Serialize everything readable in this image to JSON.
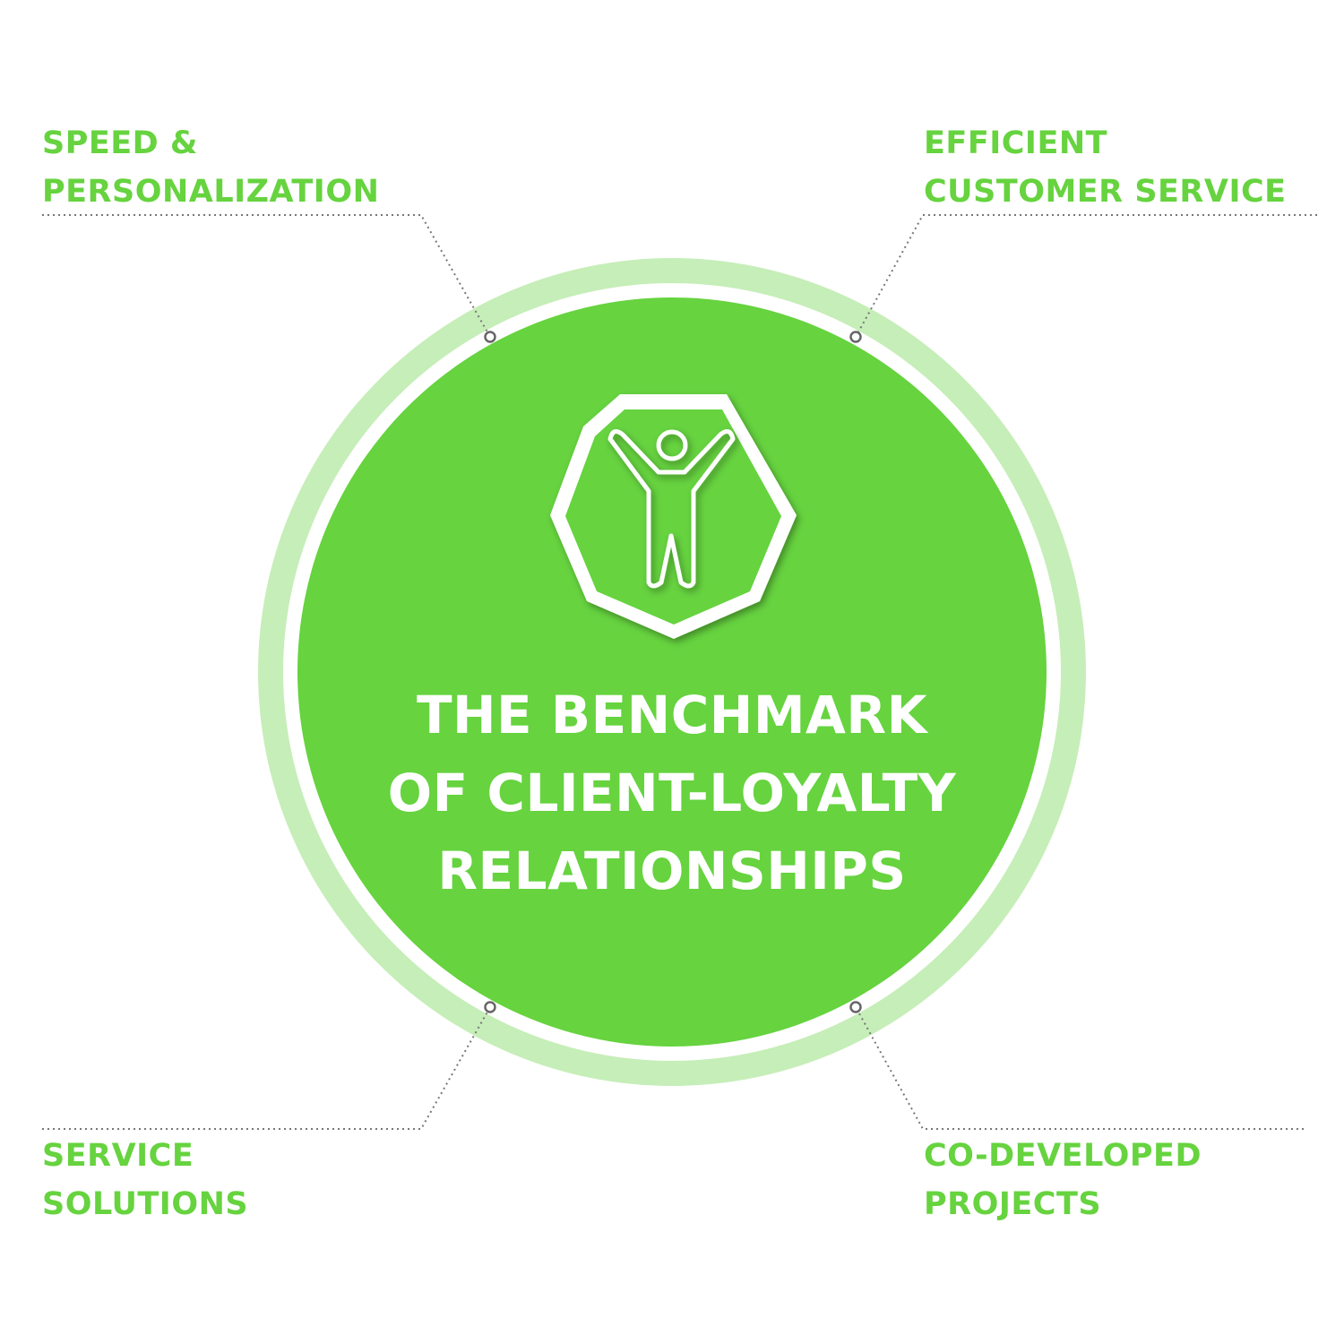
{
  "center": {
    "title_lines": [
      "THE BENCHMARK",
      "OF CLIENT-LOYALTY",
      "RELATIONSHIPS"
    ],
    "icon": "person-arms-raised-icon"
  },
  "labels": {
    "top_left": [
      "SPEED &",
      "PERSONALIZATION"
    ],
    "top_right": [
      "EFFICIENT",
      "CUSTOMER SERVICE"
    ],
    "bottom_left": [
      "SERVICE",
      "SOLUTIONS"
    ],
    "bottom_right": [
      "CO-DEVELOPED",
      "PROJECTS"
    ]
  },
  "colors": {
    "primary_green": "#66d33f",
    "light_green_ring": "#c6eeb8",
    "connector_gray": "#777777",
    "text_white": "#ffffff"
  }
}
